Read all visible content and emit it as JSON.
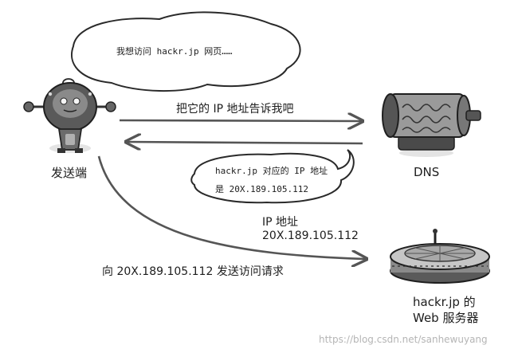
{
  "thought_bubble": {
    "text": "我想访问 hackr.jp 网页……"
  },
  "client": {
    "label": "发送端"
  },
  "dns": {
    "label": "DNS"
  },
  "request_arrow": {
    "label": "把它的 IP 地址告诉我吧"
  },
  "reply_bubble": {
    "line1": "hackr.jp 对应的 IP 地址",
    "line2": "是 20X.189.105.112"
  },
  "ip_label": {
    "line1": "IP 地址",
    "line2": "20X.189.105.112"
  },
  "access_arrow": {
    "label": "向 20X.189.105.112 发送访问请求"
  },
  "web_server": {
    "line1": "hackr.jp 的",
    "line2": "Web 服务器"
  },
  "watermark": {
    "text": "https://blog.csdn.net/sanhewuyang"
  }
}
